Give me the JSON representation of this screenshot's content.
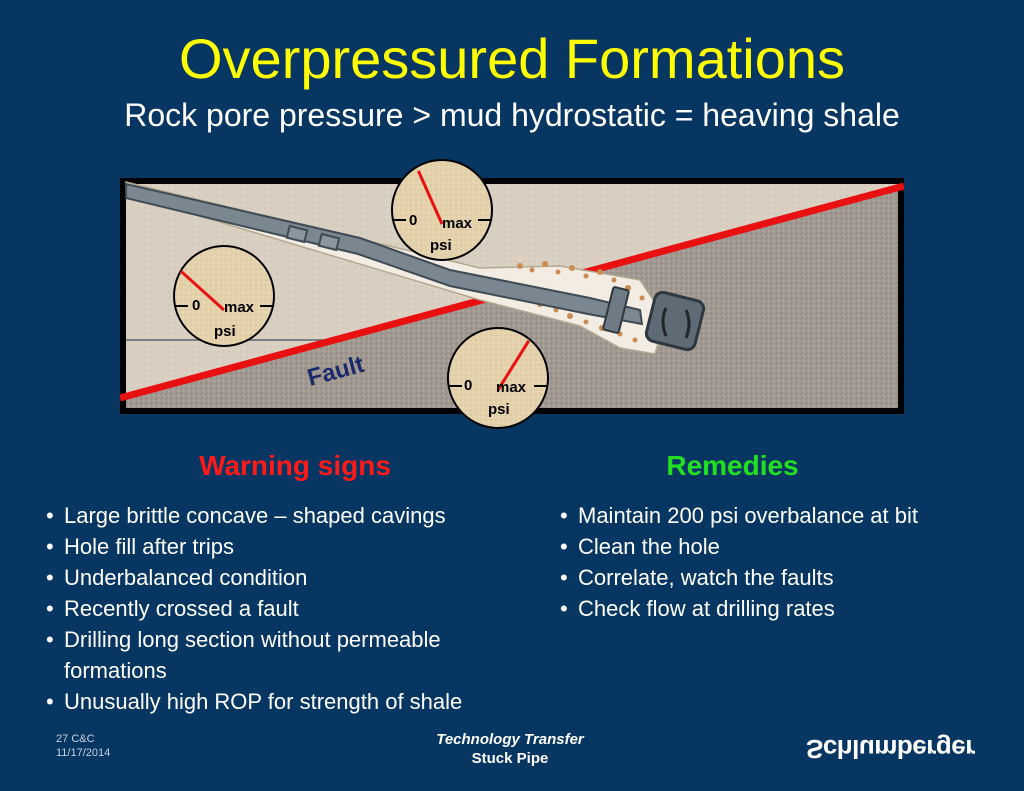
{
  "slide": {
    "title": "Overpressured Formations",
    "subtitle": "Rock pore pressure > mud hydrostatic = heaving shale"
  },
  "diagram": {
    "fault_label": "Fault",
    "gauges": [
      {
        "zero": "0",
        "max": "max",
        "unit": "psi",
        "needle_value": 0.35
      },
      {
        "zero": "0",
        "max": "max",
        "unit": "psi",
        "needle_value": 0.2
      },
      {
        "zero": "0",
        "max": "max",
        "unit": "psi",
        "needle_value": 0.7
      }
    ],
    "colors": {
      "fault_line": "#e81010",
      "frame": "#000000",
      "upper_rock": "#d8cfc0",
      "lower_rock": "#9e9690"
    }
  },
  "warning": {
    "heading": "Warning signs",
    "items": [
      "Large brittle concave – shaped cavings",
      "Hole fill after trips",
      "Underbalanced condition",
      "Recently crossed a fault",
      "Drilling long section without permeable formations",
      "Unusually high ROP for strength of shale"
    ]
  },
  "remedies": {
    "heading": "Remedies",
    "items": [
      "Maintain 200 psi overbalance at bit",
      "Clean the hole",
      "Correlate, watch the faults",
      "Check flow at drilling rates"
    ]
  },
  "footer": {
    "page_number": "27",
    "code": "C&C",
    "date": "11/17/2014",
    "line1": "Technology Transfer",
    "line2": "Stuck Pipe",
    "logo": "Schlumberger"
  }
}
